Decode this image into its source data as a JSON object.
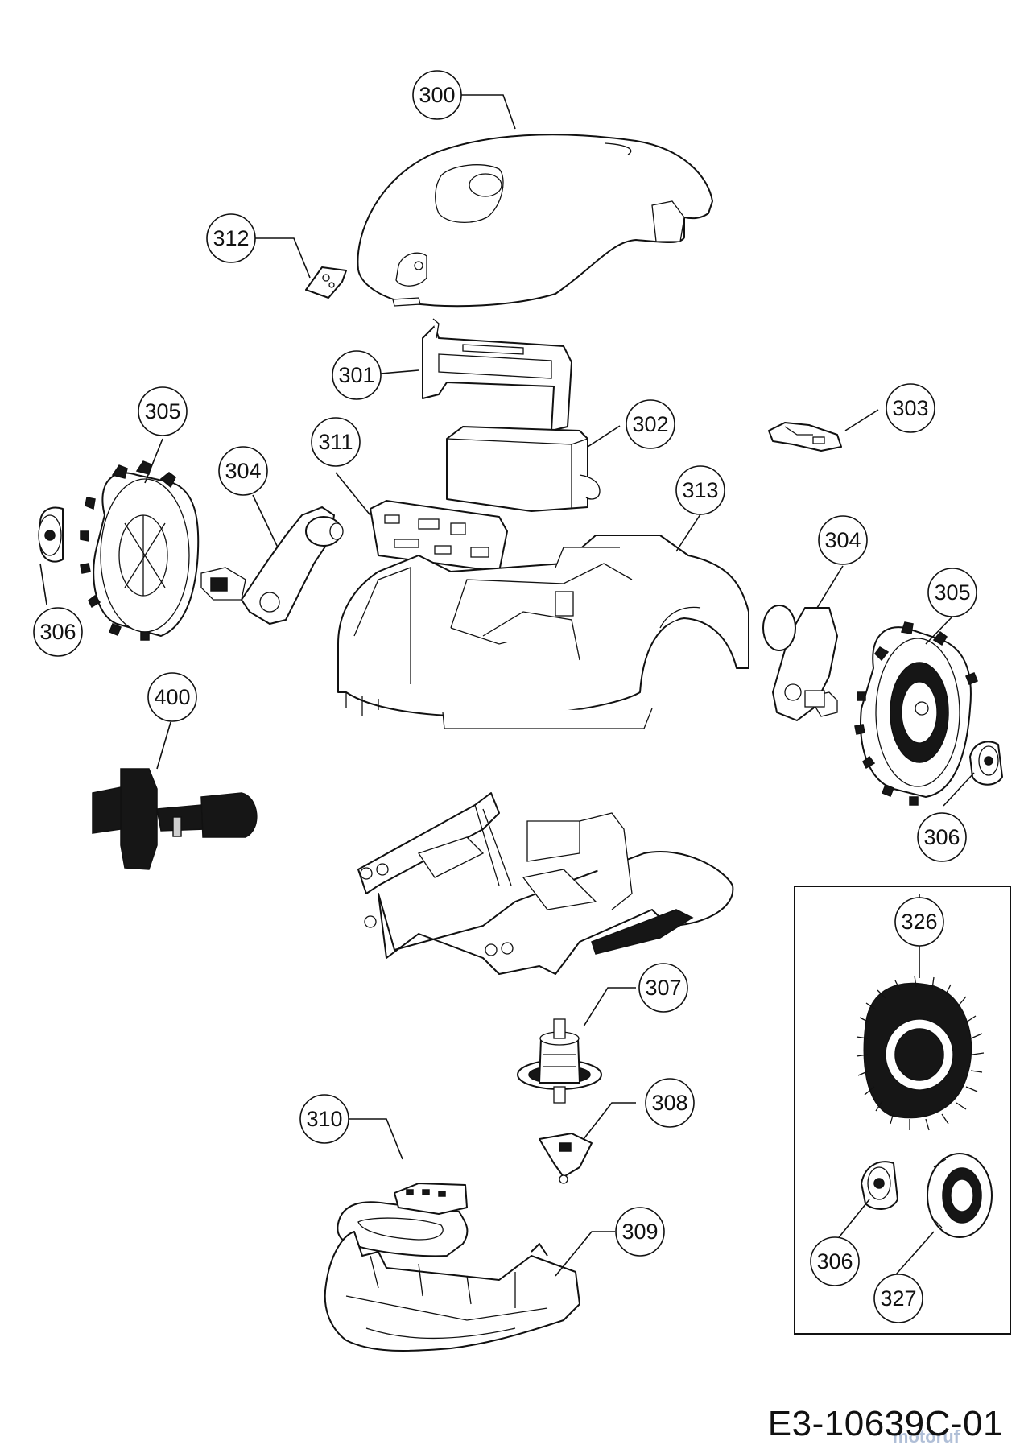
{
  "callouts": {
    "c300": "300",
    "c301": "301",
    "c302": "302",
    "c303": "303",
    "c304a": "304",
    "c304b": "304",
    "c305a": "305",
    "c305b": "305",
    "c306a": "306",
    "c306b": "306",
    "c306c": "306",
    "c307": "307",
    "c308": "308",
    "c309": "309",
    "c310": "310",
    "c311": "311",
    "c312": "312",
    "c313": "313",
    "c326": "326",
    "c327": "327",
    "c400": "400"
  },
  "drawing_code": "E3-10639C-01",
  "watermark": "motoruf",
  "parts_icons": {
    "top_cover": "cover-icon",
    "battery": "battery-icon",
    "wheel": "wheel-icon",
    "motor": "motor-icon"
  }
}
